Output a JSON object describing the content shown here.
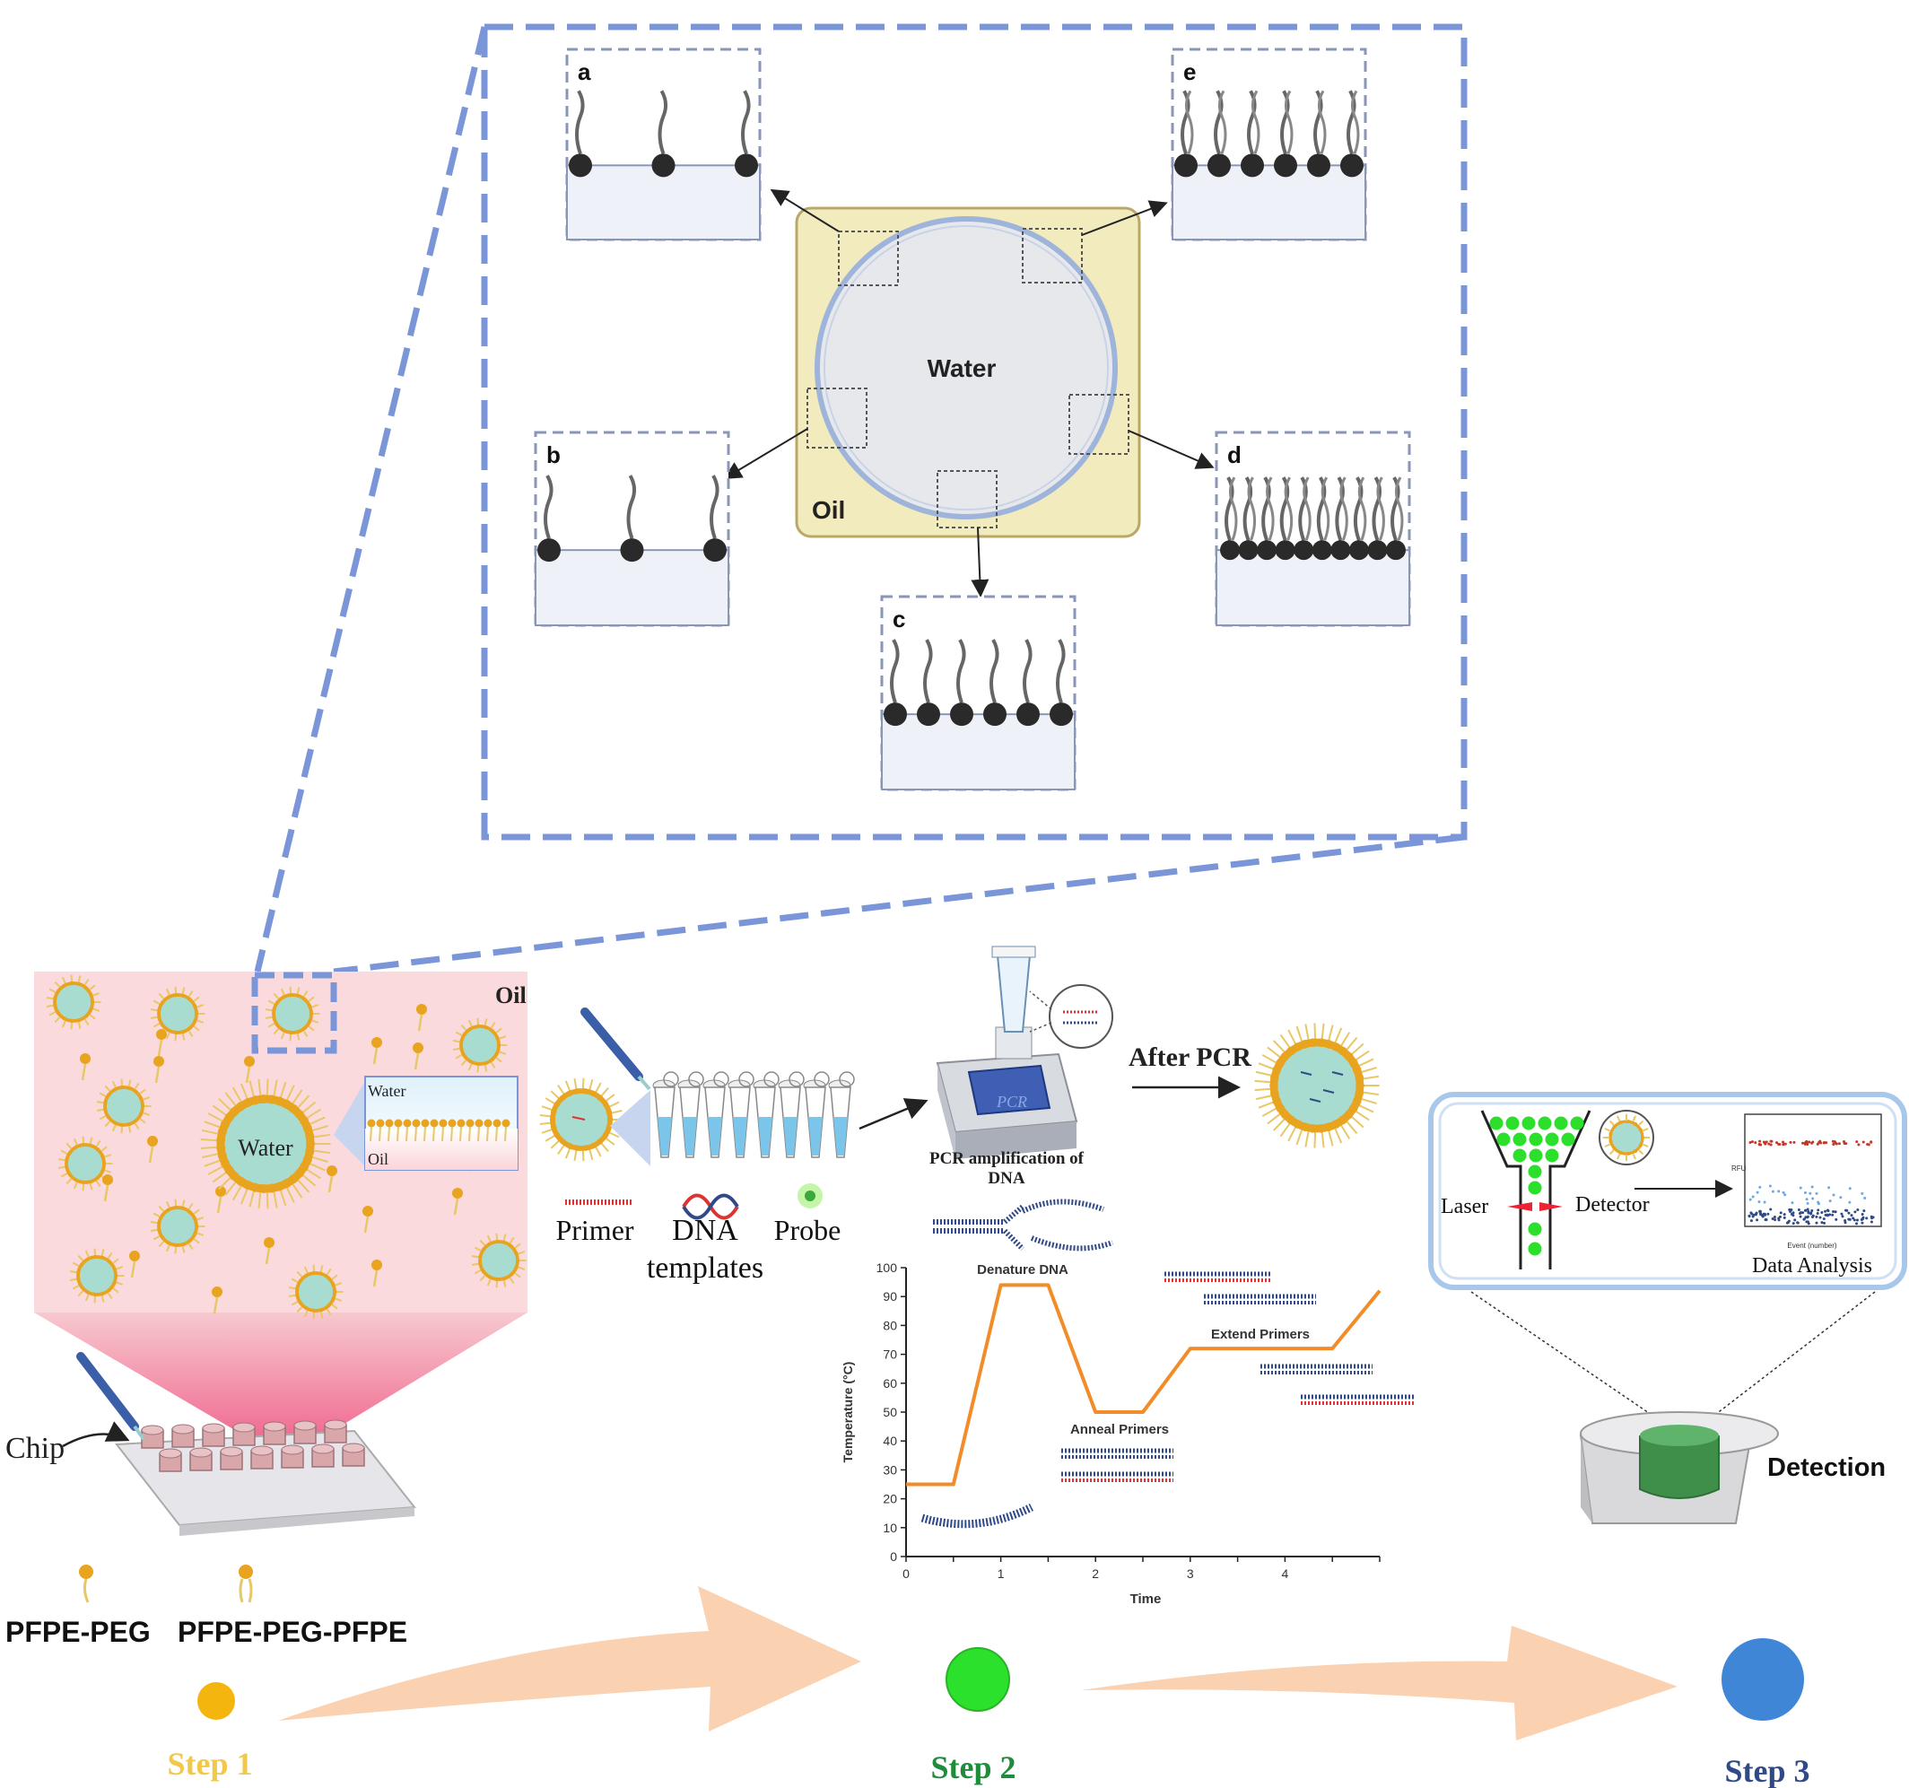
{
  "zoom": {
    "water": "Water",
    "oil": "Oil",
    "panels": [
      {
        "label": "a",
        "heads": [
          1,
          0,
          0,
          1,
          0,
          0,
          1
        ]
      },
      {
        "label": "b",
        "heads": [
          1,
          0,
          0,
          1,
          0,
          0,
          1
        ]
      },
      {
        "label": "c",
        "heads": [
          1,
          1,
          1,
          1,
          1,
          1
        ]
      },
      {
        "label": "d",
        "heads": [
          1,
          1,
          1,
          1,
          1,
          1,
          1,
          1,
          1,
          1
        ]
      },
      {
        "label": "e",
        "heads": [
          1,
          1,
          1,
          1,
          1,
          1
        ]
      }
    ]
  },
  "step1": {
    "oil": "Oil",
    "water": "Water",
    "inset_water": "Water",
    "inset_oil": "Oil",
    "chip": "Chip",
    "surfactant1": "PFPE-PEG",
    "surfactant2": "PFPE-PEG-PFPE",
    "step": "Step 1"
  },
  "step2": {
    "primer": "Primer",
    "dna_line1": "DNA",
    "dna_line2": "templates",
    "probe": "Probe",
    "pcr_label": "PCR",
    "pcr_caption_line1": "PCR amplification of",
    "pcr_caption_line2": "DNA",
    "after_pcr": "After PCR",
    "step": "Step 2"
  },
  "chart_data": {
    "type": "line",
    "x": [
      0,
      0.5,
      1,
      1.5,
      2,
      2.5,
      3,
      3.5,
      4,
      4.5,
      5
    ],
    "y": [
      25,
      25,
      94,
      94,
      50,
      50,
      72,
      72,
      72,
      72,
      92
    ],
    "xlabel": "Time",
    "ylabel": "Temperature (°C)",
    "xlim": [
      0,
      5
    ],
    "ylim": [
      0,
      100
    ],
    "xticks": [
      0,
      1,
      2,
      3,
      4
    ],
    "yticks": [
      0,
      10,
      20,
      30,
      40,
      50,
      60,
      70,
      80,
      90,
      100
    ],
    "annotations": [
      "Denature DNA",
      "Anneal Primers",
      "Extend Primers"
    ],
    "line_color": "#f28c28"
  },
  "step3": {
    "laser": "Laser",
    "detector": "Detector",
    "data_analysis": "Data Analysis",
    "mini_x_label": "Event (number)",
    "mini_y_label": "RFU",
    "detection": "Detection",
    "step": "Step 3"
  },
  "colors": {
    "step1": "#f2c84b",
    "step2": "#1e8c3a",
    "step3": "#2f4a86",
    "dash_blue": "#7b96d8",
    "arrow_fill": "#f9c9a3"
  }
}
